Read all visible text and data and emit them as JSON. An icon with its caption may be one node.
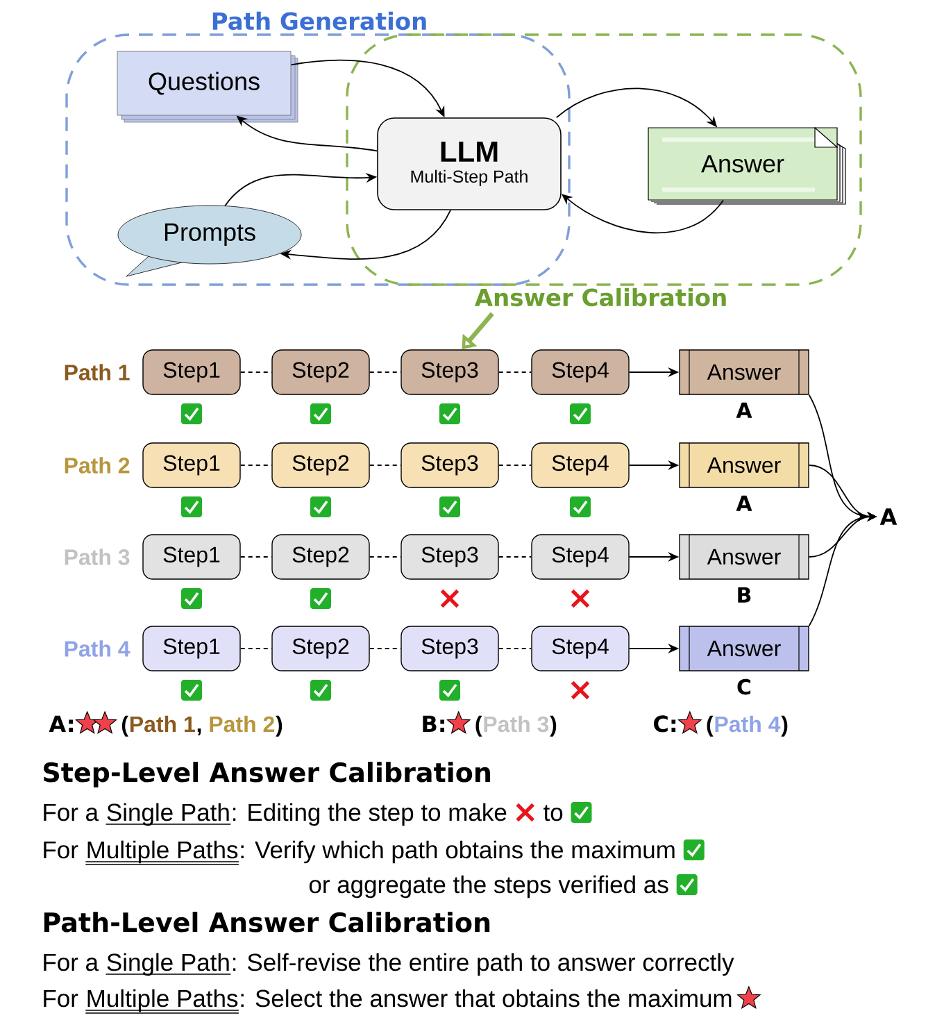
{
  "diagram": {
    "nodes": [
      {
        "text": [
          "Path Generation"
        ]
      },
      {
        "text": [
          "Answer Calibration"
        ]
      },
      {
        "text": [
          "Questions"
        ],
        "in": 0
      },
      {
        "text": [
          "LLM",
          "Multi-Step Path"
        ]
      },
      {
        "text": [
          "Answer"
        ],
        "in": 1
      },
      {
        "text": [
          "Prompts"
        ],
        "in": 0
      },
      {
        "text": [
          "Step1"
        ]
      },
      {
        "text": [
          "Step2"
        ]
      },
      {
        "text": [
          "Step3"
        ]
      },
      {
        "text": [
          "Step4"
        ]
      },
      {
        "text": [
          "Answer"
        ],
        "beside": [
          "A"
        ]
      },
      {
        "text": [
          "Step1"
        ]
      },
      {
        "text": [
          "Step2"
        ]
      },
      {
        "text": [
          "Step3"
        ]
      },
      {
        "text": [
          "Step4"
        ]
      },
      {
        "text": [
          "Answer"
        ],
        "beside": [
          "A"
        ]
      },
      {
        "text": [
          "Step1"
        ]
      },
      {
        "text": [
          "Step2"
        ]
      },
      {
        "text": [
          "Step3"
        ]
      },
      {
        "text": [
          "Step4"
        ]
      },
      {
        "text": [
          "Answer"
        ],
        "beside": [
          "B"
        ]
      },
      {
        "text": [
          "Step1"
        ]
      },
      {
        "text": [
          "Step2"
        ]
      },
      {
        "text": [
          "Step3"
        ]
      },
      {
        "text": [
          "Step4"
        ]
      },
      {
        "text": [
          "Answer"
        ],
        "beside": [
          "C"
        ]
      },
      {
        "text": [
          "A"
        ]
      }
    ],
    "edges": [
      {
        "from": 2,
        "to": 3,
        "arrow": "to"
      },
      {
        "from": 3,
        "to": 2,
        "arrow": "to"
      },
      {
        "from": 5,
        "to": 3,
        "arrow": "to"
      },
      {
        "from": 3,
        "to": 5,
        "arrow": "to"
      },
      {
        "from": 3,
        "to": 4,
        "arrow": "to"
      },
      {
        "from": 4,
        "to": 3,
        "arrow": "to"
      },
      {
        "from": 1,
        "to": 8,
        "arrow": "to",
        "style": "thick",
        "color": "#8cb450"
      },
      {
        "from": 6,
        "to": 7,
        "arrow": "none",
        "style": "dashed"
      },
      {
        "from": 7,
        "to": 8,
        "arrow": "none",
        "style": "dashed"
      },
      {
        "from": 8,
        "to": 9,
        "arrow": "none",
        "style": "dashed"
      },
      {
        "from": 9,
        "to": 10,
        "arrow": "to"
      },
      {
        "from": 11,
        "to": 12,
        "arrow": "none",
        "style": "dashed"
      },
      {
        "from": 12,
        "to": 13,
        "arrow": "none",
        "style": "dashed"
      },
      {
        "from": 13,
        "to": 14,
        "arrow": "none",
        "style": "dashed"
      },
      {
        "from": 14,
        "to": 15,
        "arrow": "to"
      },
      {
        "from": 16,
        "to": 17,
        "arrow": "none",
        "style": "dashed"
      },
      {
        "from": 17,
        "to": 18,
        "arrow": "none",
        "style": "dashed"
      },
      {
        "from": 18,
        "to": 19,
        "arrow": "none",
        "style": "dashed"
      },
      {
        "from": 19,
        "to": 20,
        "arrow": "to"
      },
      {
        "from": 21,
        "to": 22,
        "arrow": "none",
        "style": "dashed"
      },
      {
        "from": 22,
        "to": 23,
        "arrow": "none",
        "style": "dashed"
      },
      {
        "from": 23,
        "to": 24,
        "arrow": "none",
        "style": "dashed"
      },
      {
        "from": 24,
        "to": 25,
        "arrow": "to"
      },
      {
        "from": 10,
        "to": 26,
        "arrow": "to"
      },
      {
        "from": 15,
        "to": 26,
        "arrow": "to"
      },
      {
        "from": 20,
        "to": 26,
        "arrow": "to"
      },
      {
        "from": 25,
        "to": 26,
        "arrow": "to"
      }
    ],
    "labels": [
      "Path 1",
      "Path 2",
      "Path 3",
      "Path 4",
      "A:",
      "(",
      "Path 1",
      ",",
      "Path 2",
      ")",
      "B:",
      "(",
      "Path 3",
      ")",
      "C:",
      "(",
      "Path 4",
      ")",
      "Step-Level Answer Calibration",
      "For a",
      "Single Path",
      ": Editing the step to make",
      "to",
      "For",
      "Multiple Paths",
      ": Verify which path obtains the maximum",
      "or aggregate the steps verified as",
      "Path-Level Answer Calibration",
      "For a",
      "Single Path",
      ": Self-revise the entire path to answer correctly",
      "For",
      "Multiple Paths",
      ": Select the answer that obtains the maximum"
    ]
  }
}
